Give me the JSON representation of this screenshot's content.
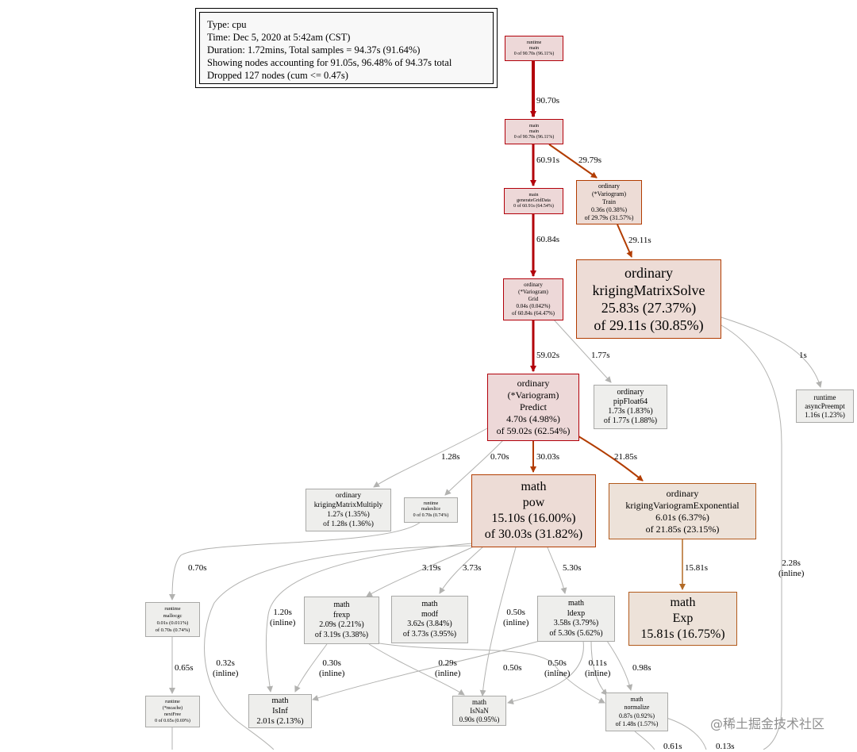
{
  "legend": {
    "lines": [
      "Type: cpu",
      "Time: Dec 5, 2020 at 5:42am (CST)",
      "Duration: 1.72mins, Total samples = 94.37s (91.64%)",
      "Showing nodes accounting for 91.05s, 96.48% of 94.37s total",
      "Dropped 127 nodes (cum <= 0.47s)"
    ]
  },
  "colors": {
    "hot_edge": "#b2000a",
    "warm_edge": "#b23c00",
    "orange_edge": "#b26a26",
    "cold_edge": "#b2b2b0"
  },
  "nodes": [
    {
      "id": "runtime_main",
      "lines": [
        "runtime",
        "main",
        "0 of 90.70s (96.11%)"
      ]
    },
    {
      "id": "main_main",
      "lines": [
        "main",
        "main",
        "0 of 90.70s (96.11%)"
      ]
    },
    {
      "id": "main_generateGridData",
      "lines": [
        "main",
        "generateGridData",
        "0 of 60.91s (64.54%)"
      ]
    },
    {
      "id": "ordinary_train",
      "lines": [
        "ordinary",
        "(*Variogram)",
        "Train",
        "0.36s (0.38%)",
        "of 29.79s (31.57%)"
      ]
    },
    {
      "id": "ordinary_krigingMatrixSolve",
      "lines": [
        "ordinary",
        "krigingMatrixSolve",
        "25.83s (27.37%)",
        "of 29.11s (30.85%)"
      ]
    },
    {
      "id": "ordinary_grid",
      "lines": [
        "ordinary",
        "(*Variogram)",
        "Grid",
        "0.04s (0.042%)",
        "of 60.84s (64.47%)"
      ]
    },
    {
      "id": "ordinary_predict",
      "lines": [
        "ordinary",
        "(*Variogram)",
        "Predict",
        "4.70s (4.98%)",
        "of 59.02s (62.54%)"
      ]
    },
    {
      "id": "ordinary_pipFloat64",
      "lines": [
        "ordinary",
        "pipFloat64",
        "1.73s (1.83%)",
        "of 1.77s (1.88%)"
      ]
    },
    {
      "id": "runtime_asyncPreempt",
      "lines": [
        "runtime",
        "asyncPreempt",
        "1.16s (1.23%)"
      ]
    },
    {
      "id": "ordinary_krigingMatrixMultiply",
      "lines": [
        "ordinary",
        "krigingMatrixMultiply",
        "1.27s (1.35%)",
        "of 1.28s (1.36%)"
      ]
    },
    {
      "id": "runtime_makeslice",
      "lines": [
        "runtime",
        "makeslice",
        "0 of 0.70s (0.74%)"
      ]
    },
    {
      "id": "math_pow",
      "lines": [
        "math",
        "pow",
        "15.10s (16.00%)",
        "of 30.03s (31.82%)"
      ]
    },
    {
      "id": "ordinary_krigingVariogramExponential",
      "lines": [
        "ordinary",
        "krigingVariogramExponential",
        "6.01s (6.37%)",
        "of 21.85s (23.15%)"
      ]
    },
    {
      "id": "math_exp",
      "lines": [
        "math",
        "Exp",
        "15.81s (16.75%)"
      ]
    },
    {
      "id": "runtime_mallocgc",
      "lines": [
        "runtime",
        "mallocgc",
        "0.01s (0.011%)",
        "of 0.70s (0.74%)"
      ]
    },
    {
      "id": "math_frexp",
      "lines": [
        "math",
        "frexp",
        "2.09s (2.21%)",
        "of 3.19s (3.38%)"
      ]
    },
    {
      "id": "math_modf",
      "lines": [
        "math",
        "modf",
        "3.62s (3.84%)",
        "of 3.73s (3.95%)"
      ]
    },
    {
      "id": "math_ldexp",
      "lines": [
        "math",
        "ldexp",
        "3.58s (3.79%)",
        "of 5.30s (5.62%)"
      ]
    },
    {
      "id": "runtime_nextFree",
      "lines": [
        "runtime",
        "(*mcache)",
        "nextFree",
        "0 of 0.65s (0.69%)"
      ]
    },
    {
      "id": "math_IsInf",
      "lines": [
        "math",
        "IsInf",
        "2.01s (2.13%)"
      ]
    },
    {
      "id": "math_IsNaN",
      "lines": [
        "math",
        "IsNaN",
        "0.90s (0.95%)"
      ]
    },
    {
      "id": "math_normalize",
      "lines": [
        "math",
        "normalize",
        "0.87s (0.92%)",
        "of 1.48s (1.57%)"
      ]
    }
  ],
  "edge_labels": [
    {
      "id": "e_rt_main",
      "lines": [
        "90.70s"
      ]
    },
    {
      "id": "e_main_gen",
      "lines": [
        "60.91s"
      ]
    },
    {
      "id": "e_main_train",
      "lines": [
        "29.79s"
      ]
    },
    {
      "id": "e_gen_grid",
      "lines": [
        "60.84s"
      ]
    },
    {
      "id": "e_train_solve",
      "lines": [
        "29.11s"
      ]
    },
    {
      "id": "e_grid_predict",
      "lines": [
        "59.02s"
      ]
    },
    {
      "id": "e_grid_pip",
      "lines": [
        "1.77s"
      ]
    },
    {
      "id": "e_solve_async",
      "lines": [
        "1s"
      ]
    },
    {
      "id": "e_pred_mult",
      "lines": [
        "1.28s"
      ]
    },
    {
      "id": "e_pred_mkslice",
      "lines": [
        "0.70s"
      ]
    },
    {
      "id": "e_pred_pow",
      "lines": [
        "30.03s"
      ]
    },
    {
      "id": "e_pred_kve",
      "lines": [
        "21.85s"
      ]
    },
    {
      "id": "e_kve_exp",
      "lines": [
        "15.81s"
      ]
    },
    {
      "id": "e_mk_malloc",
      "lines": [
        "0.70s"
      ]
    },
    {
      "id": "e_pow_frexp",
      "lines": [
        "3.19s"
      ]
    },
    {
      "id": "e_pow_modf",
      "lines": [
        "3.73s"
      ]
    },
    {
      "id": "e_pow_ldexp",
      "lines": [
        "5.30s"
      ]
    },
    {
      "id": "e_pow_isinf",
      "lines": [
        "1.20s",
        "(inline)"
      ]
    },
    {
      "id": "e_pow_isnan",
      "lines": [
        "0.50s",
        "(inline)"
      ]
    },
    {
      "id": "e_solve_down",
      "lines": [
        "2.28s",
        "(inline)"
      ]
    },
    {
      "id": "e_malloc_next",
      "lines": [
        "0.65s"
      ]
    },
    {
      "id": "e_frexp_isinf",
      "lines": [
        "0.30s",
        "(inline)"
      ]
    },
    {
      "id": "e_frexp_isnan",
      "lines": [
        "0.29s",
        "(inline)"
      ]
    },
    {
      "id": "e_ldexp_isinf",
      "lines": [
        "0.50s"
      ]
    },
    {
      "id": "e_ldexp_isnan",
      "lines": [
        "0.50s",
        "(inline)"
      ]
    },
    {
      "id": "e_ldexp_inline",
      "lines": [
        "0.11s",
        "(inline)"
      ]
    },
    {
      "id": "e_ldexp_norm",
      "lines": [
        "0.98s"
      ]
    },
    {
      "id": "e_pow_left",
      "lines": [
        "0.32s",
        "(inline)"
      ]
    },
    {
      "id": "e_bottom_a",
      "lines": [
        "0.61s"
      ]
    },
    {
      "id": "e_bottom_b",
      "lines": [
        "0.13s"
      ]
    }
  ],
  "watermark": "@稀土掘金技术社区"
}
